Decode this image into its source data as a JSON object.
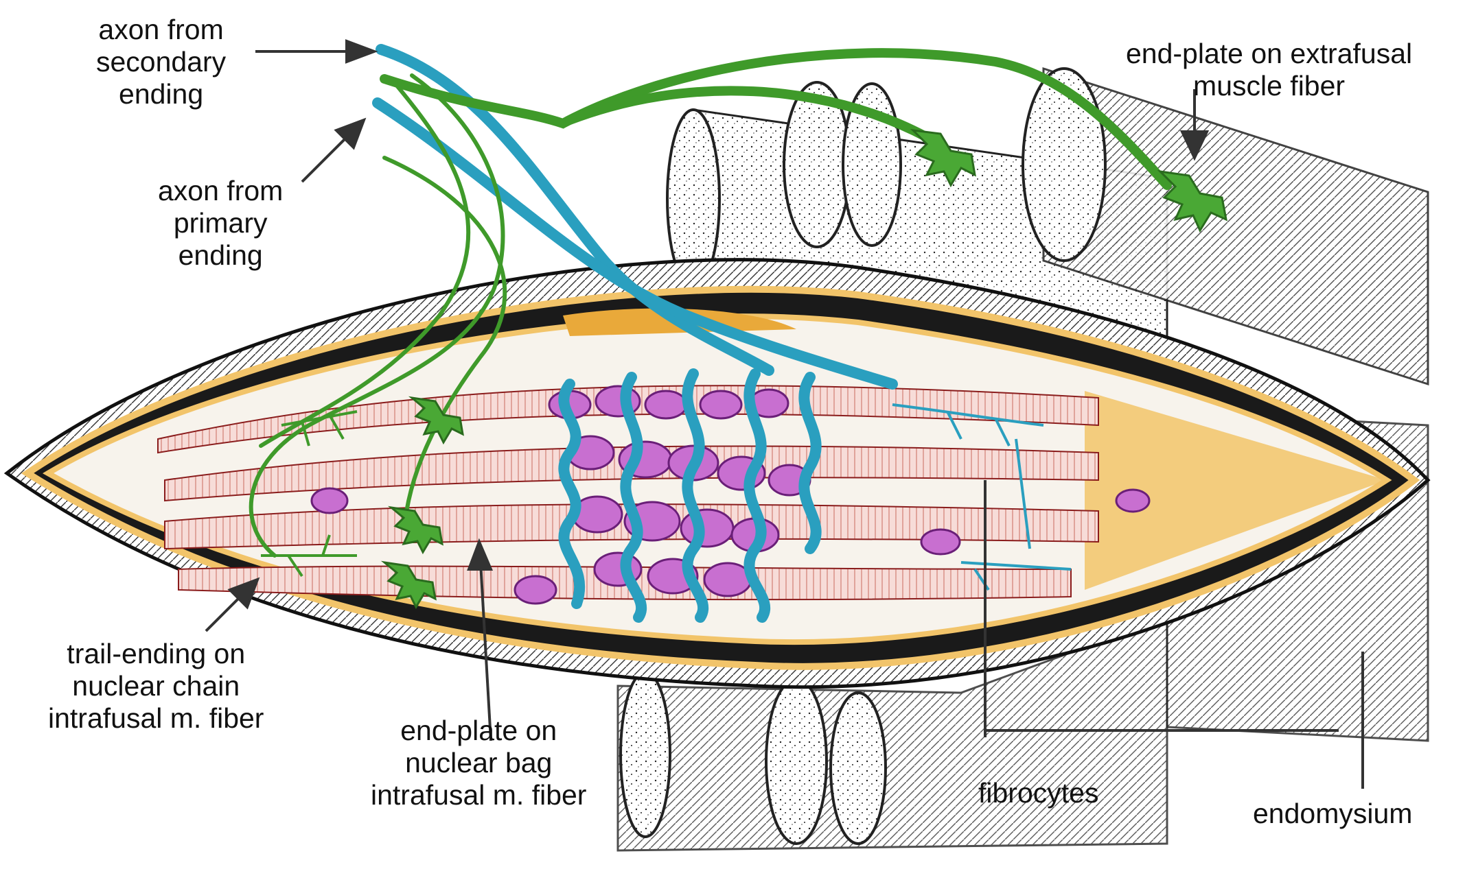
{
  "colors": {
    "sensory_axon": "#2a9fbf",
    "motor_axon": "#3f9a2a",
    "nuclei": "#b04fc0",
    "capsule": "#f2c46a",
    "intrafusal_fiber": "#f6d7d3",
    "ink": "#111111"
  },
  "labels": {
    "axon_secondary": [
      "axon from",
      "secondary",
      "ending"
    ],
    "axon_primary": [
      "axon from",
      "primary",
      "ending"
    ],
    "endplate_extrafusal": [
      "end-plate on extrafusal",
      "muscle fiber"
    ],
    "trail_ending": [
      "trail-ending on",
      "nuclear chain",
      "intrafusal m. fiber"
    ],
    "endplate_bag": [
      "end-plate on",
      "nuclear bag",
      "intrafusal m. fiber"
    ],
    "fibrocytes": "fibrocytes",
    "endomysium": "endomysium"
  }
}
